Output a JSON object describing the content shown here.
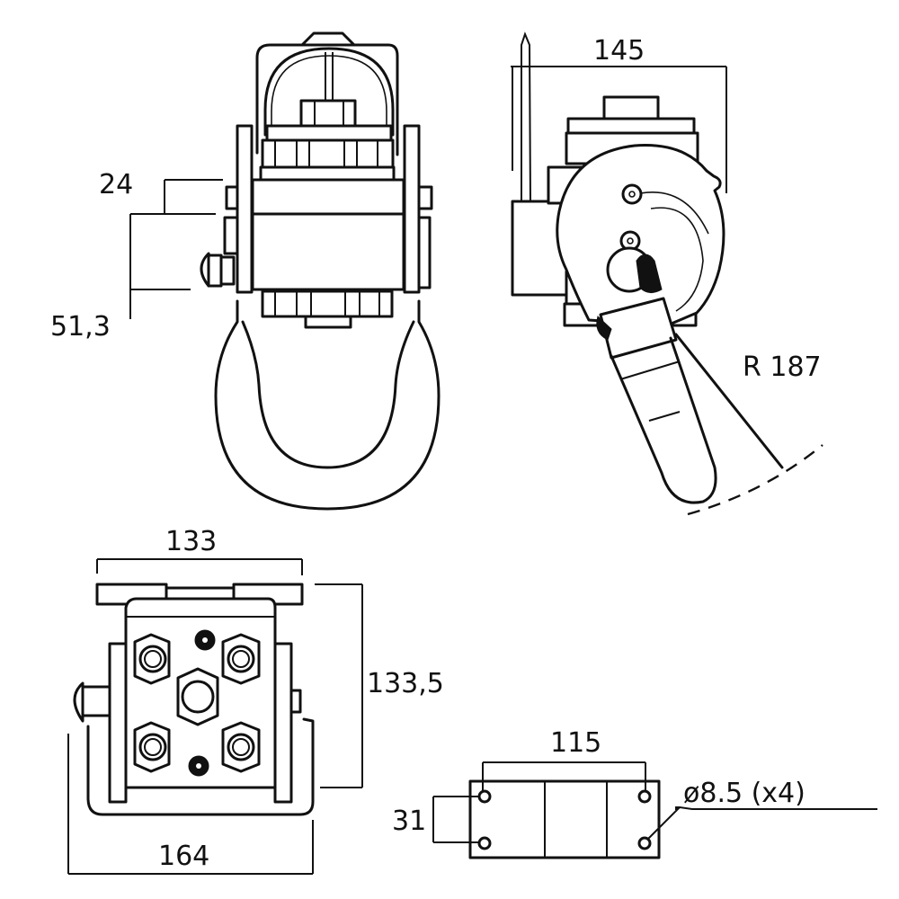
{
  "drawing": {
    "title": "Mounting bracket with shackle and lever — dimensional drawing",
    "units": "mm",
    "ink_color": "#111111",
    "background": "#ffffff"
  },
  "views": {
    "front_view": {
      "dimensions": {
        "top_offset": "24",
        "height": "51,3"
      }
    },
    "side_view": {
      "dimensions": {
        "width": "145",
        "lever_radius": "R 187"
      }
    },
    "top_view": {
      "dimensions": {
        "plate_width": "133",
        "depth": "133,5",
        "overall_width": "164"
      }
    },
    "base_plate_view": {
      "dimensions": {
        "hole_spacing_x": "115",
        "hole_spacing_y": "31",
        "hole_callout": "ø8.5  (x4)"
      }
    }
  }
}
